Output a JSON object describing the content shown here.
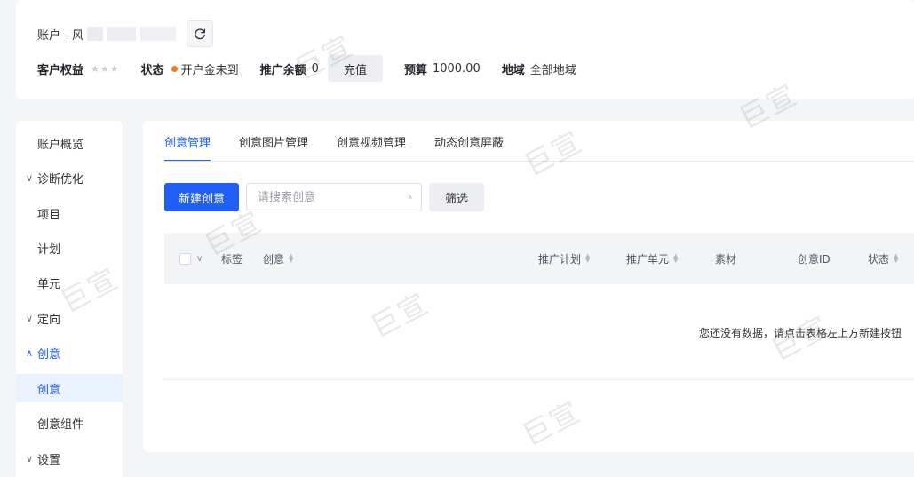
{
  "header": {
    "account_label": "账户 - 风",
    "rights_label": "客户权益",
    "stars": "★★★",
    "status_label": "状态",
    "status_value": "开户金未到",
    "balance_label": "推广余额",
    "balance_value": "0",
    "recharge_label": "充值",
    "budget_label": "预算",
    "budget_value": "1000.00",
    "region_label": "地域",
    "region_value": "全部地域"
  },
  "sidebar": {
    "items": [
      {
        "label": "账户概览"
      },
      {
        "label": "诊断优化",
        "chev": "∨"
      },
      {
        "label": "项目"
      },
      {
        "label": "计划"
      },
      {
        "label": "单元"
      },
      {
        "label": "定向",
        "chev": "∨"
      },
      {
        "label": "创意",
        "chev": "∧"
      },
      {
        "label": "创意"
      },
      {
        "label": "创意组件"
      },
      {
        "label": "设置",
        "chev": "∨"
      }
    ]
  },
  "tabs": [
    {
      "label": "创意管理"
    },
    {
      "label": "创意图片管理"
    },
    {
      "label": "创意视频管理"
    },
    {
      "label": "动态创意屏蔽"
    }
  ],
  "toolbar": {
    "new_label": "新建创意",
    "search_placeholder": "请搜索创意",
    "filter_label": "筛选"
  },
  "table": {
    "columns": [
      "标签",
      "创意",
      "推广计划",
      "推广单元",
      "素材",
      "创意ID",
      "状态"
    ],
    "empty_text": "您还没有数据，请点击表格左上方新建按钮"
  },
  "watermark": "巨宣",
  "colors": {
    "accent": "#1f5ff5",
    "status_dot": "#f07d22"
  }
}
